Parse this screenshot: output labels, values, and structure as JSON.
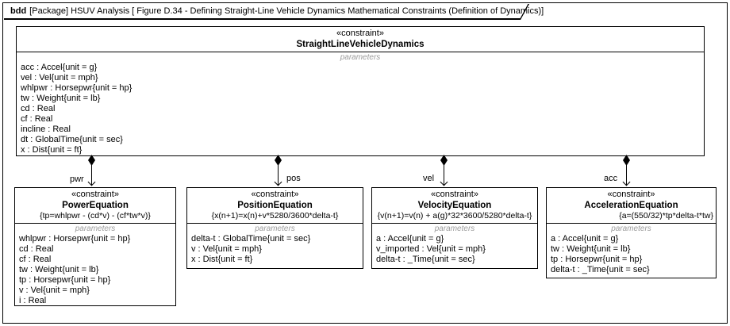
{
  "frame": {
    "keyword": "bdd",
    "title": "[Package] HSUV Analysis [ Figure D.34 - Defining Straight-Line Vehicle Dynamics Mathematical Constraints (Definition of Dynamics)]"
  },
  "main_block": {
    "stereotype": "«constraint»",
    "name": "StraightLineVehicleDynamics",
    "compartment_label": "parameters",
    "params": [
      "acc : Accel{unit = g}",
      "vel : Vel{unit = mph}",
      "whlpwr : Horsepwr{unit = hp}",
      "tw : Weight{unit = lb}",
      "cd : Real",
      "cf : Real",
      "incline : Real",
      "dt : GlobalTime{unit = sec}",
      "x : Dist{unit = ft}"
    ]
  },
  "connectors": [
    {
      "label": "pwr"
    },
    {
      "label": "pos"
    },
    {
      "label": "vel"
    },
    {
      "label": "acc"
    }
  ],
  "blocks": [
    {
      "stereotype": "«constraint»",
      "name": "PowerEquation",
      "expression": "{tp=whlpwr - (cd*v) - (cf*tw*v)}",
      "compartment_label": "parameters",
      "params": [
        "whlpwr : Horsepwr{unit = hp}",
        "cd : Real",
        "cf : Real",
        "tw : Weight{unit = lb}",
        "tp : Horsepwr{unit = hp}",
        "v : Vel{unit = mph}",
        "i : Real"
      ]
    },
    {
      "stereotype": "«constraint»",
      "name": "PositionEquation",
      "expression": "{x(n+1)=x(n)+v*5280/3600*delta-t}",
      "compartment_label": "parameters",
      "params": [
        "delta-t : GlobalTime{unit = sec}",
        "v : Vel{unit = mph}",
        "x : Dist{unit = ft}"
      ]
    },
    {
      "stereotype": "«constraint»",
      "name": "VelocityEquation",
      "expression": "{v(n+1)=v(n) + a(g)*32*3600/5280*delta-t}",
      "compartment_label": "parameters",
      "params": [
        "a : Accel{unit = g}",
        "v_imported : Vel{unit = mph}",
        "delta-t : _Time{unit = sec}"
      ]
    },
    {
      "stereotype": "«constraint»",
      "name": "AccelerationEquation",
      "expression": "{a=(550/32)*tp*delta-t*tw}",
      "compartment_label": "parameters",
      "params": [
        "a : Accel{unit = g}",
        "tw : Weight{unit = lb}",
        "tp : Horsepwr{unit = hp}",
        "delta-t : _Time{unit = sec}"
      ]
    }
  ],
  "colors": {
    "border": "#000000",
    "background": "#ffffff",
    "muted": "#9b9b9b",
    "text": "#000000"
  }
}
